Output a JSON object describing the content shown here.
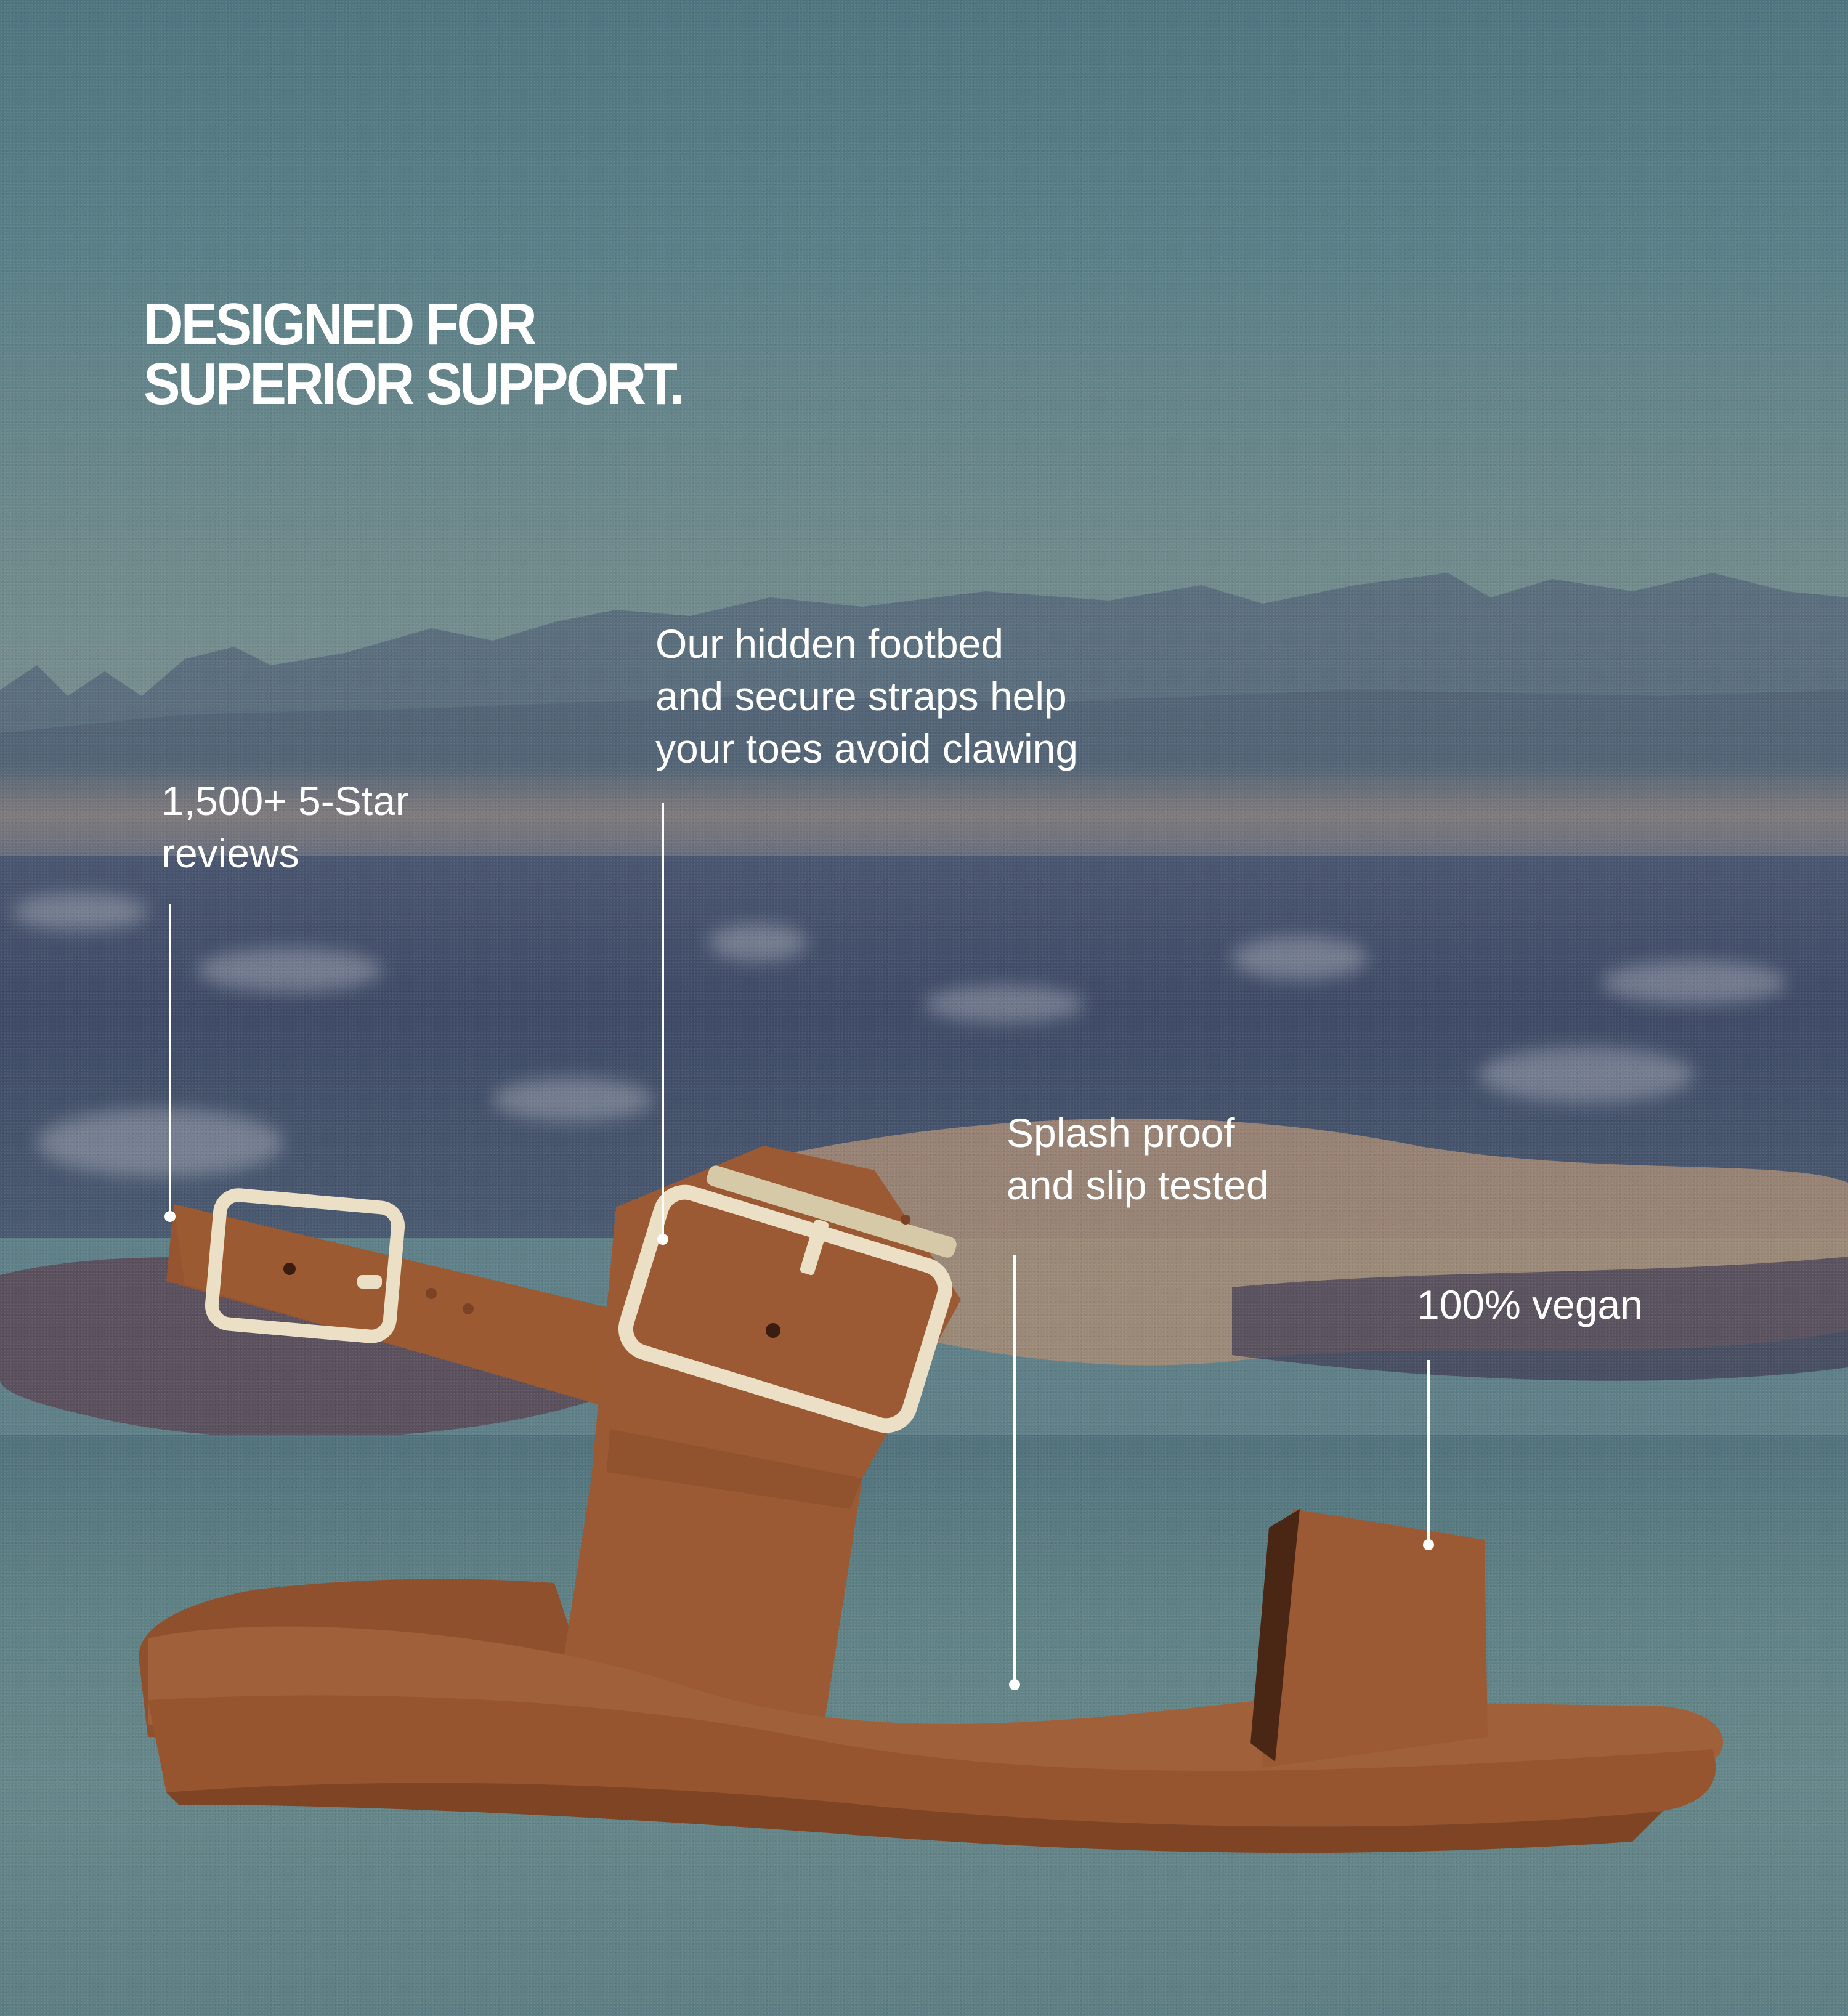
{
  "headline": {
    "line1": "DESIGNED FOR",
    "line2": "SUPERIOR SUPPORT."
  },
  "callouts": [
    {
      "id": "reviews",
      "lines": [
        "1,500+ 5-Star",
        "reviews"
      ]
    },
    {
      "id": "footbed",
      "lines": [
        "Our hidden footbed",
        "and secure straps help",
        "your toes avoid clawing"
      ]
    },
    {
      "id": "splash",
      "lines": [
        "Splash proof",
        "and slip tested"
      ]
    },
    {
      "id": "vegan",
      "lines": [
        "100% vegan"
      ]
    }
  ],
  "product": {
    "name": "tan-buckle-wedge-sandal",
    "color": "#9a5a32",
    "hardware_color": "#e8dcc0"
  },
  "colors": {
    "text": "#ffffff",
    "sky": "#5c8088",
    "sea": "#3e4a66",
    "sea_light": "#5f8286"
  }
}
